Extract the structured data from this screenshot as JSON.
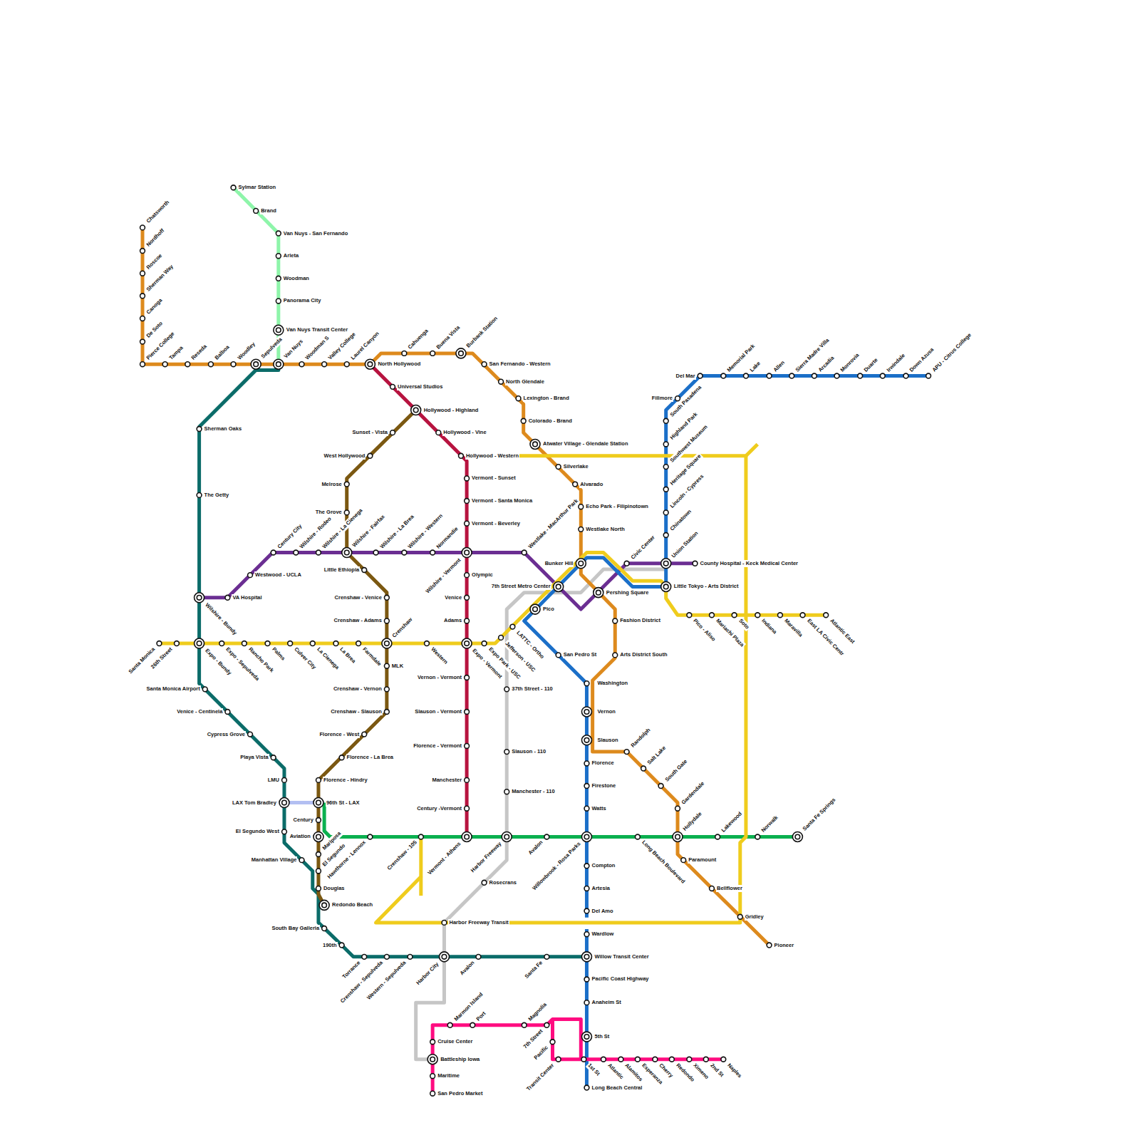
{
  "diagram": {
    "labels": [
      "Chatsworth",
      "Nordhoff",
      "Roscoe",
      "Sherman Way",
      "Canoga",
      "De Soto",
      "Pierce College",
      "Tampa",
      "Reseda",
      "Balboa",
      "Woodley",
      "Sepulveda",
      "Van Nuys",
      "Woodman S",
      "Valley College",
      "Laurel Canyon",
      "North Hollywood",
      "Cahuenga",
      "Buena Vista",
      "Burbank Station",
      "San Fernando - Western",
      "North Glendale",
      "Lexington - Brand",
      "Colorado - Brand",
      "Atwater Village - Glendale Station",
      "Silverlake",
      "Alvarado",
      "Echo Park - Filipinotown",
      "Westlake North",
      "Bunker Hill",
      "Pershing Square",
      "Fashion District",
      "Arts District South",
      "Randolph",
      "Salt Lake",
      "South Gate",
      "Gardendale",
      "Hollydale",
      "Paramount",
      "Bellflower",
      "Gridley",
      "Pioneer",
      "Sylmar Station",
      "Brand",
      "Van Nuys - San Fernando",
      "Arleta",
      "Woodman",
      "Panorama City",
      "Van Nuys Transit Center",
      "Sherman Oaks",
      "The Getty",
      "Wilshire - Bundy",
      "Expo - Bundy",
      "Santa Monica Airport",
      "Venice - Centinela",
      "Cypress Grove",
      "Playa Vista",
      "LMU",
      "LAX Tom Bradley",
      "El Segundo West",
      "Manhattan Village",
      "South Bay Galleria",
      "190th",
      "Torrance",
      "Crenshaw - Sepulveda",
      "Western - Sepulveda",
      "Harbor City",
      "Avalon",
      "Santa Fe",
      "Willow Transit Center",
      "Universal Studios",
      "Hollywood - Highland",
      "Hollywood - Vine",
      "Hollywood - Western",
      "Vermont - Sunset",
      "Vermont - Santa Monica",
      "Vermont - Beverley",
      "Wilshire - Vermont",
      "Olympic",
      "Venice",
      "Adams",
      "Expo - Vermont",
      "Vernon - Vermont",
      "Slauson - Vermont",
      "Florence - Vermont",
      "Manchester",
      "Century -Vermont",
      "Vermont - Athens",
      "Sunset - Vista",
      "West Hollywood",
      "Melrose",
      "The Grove",
      "Wilshire - Fairfax",
      "Little Ethiopia",
      "Crenshaw - Venice",
      "Crenshaw - Adams",
      "Crenshaw",
      "MLK",
      "Crenshaw - Vernon",
      "Crenshaw - Slauson",
      "Florence - West",
      "Florence - La Brea",
      "Florence - Hindry",
      "96th St - LAX",
      "Century",
      "Aviation",
      "Mariposa",
      "El Segundo",
      "Douglas",
      "Redondo Beach",
      "VA Hospital",
      "Westwood - UCLA",
      "Century City",
      "Wilshire - Rodeo",
      "Wilshire - La Cienega",
      "Wilshire - La Brea",
      "Wilshire - Western",
      "Normandie",
      "Westlake - MacArthur Park",
      "Civic Center",
      "County Hospital - Keck Medical Center",
      "Del Mar",
      "Memorial Park",
      "Lake",
      "Allen",
      "Sierra Madre Villa",
      "Arcadia",
      "Monrovia",
      "Duarte",
      "Irwindale",
      "Down Azusa",
      "APU - Citrus College",
      "Fillmore",
      "South Pasadena",
      "Highland Park",
      "Southwest Museum",
      "Heritage Square",
      "Lincoln - Cypress",
      "Chinatown",
      "Union Station",
      "Little Tokyo - Arts District",
      "7th Street Metro Center",
      "Pico",
      "San Pedro St",
      "Washington",
      "Vernon",
      "Slauson",
      "Florence",
      "Firestone",
      "Watts",
      "Willowbrook - Rosa Parks",
      "Compton",
      "Artesia",
      "Del Amo",
      "Wardlow",
      "Pacific Coast Highway",
      "Anaheim St",
      "5th St",
      "1st St",
      "Long Beach Central",
      "Santa Monica",
      "26th Street",
      "Expo - Sepulveda",
      "Rancho Park",
      "Palms",
      "Culver City",
      "La Cienega",
      "La Brea",
      "Farmdale",
      "Western",
      "Expo Park - USC",
      "Jefferson - USC",
      "LATTC - Ortho",
      "Pico - Aliso",
      "Mariachi Plaza",
      "Soto",
      "Indiana",
      "Maravilla",
      "East LA Civic Centr",
      "Atlantic East",
      "Harbor Freeway Transit",
      "Crenshaw - 105",
      "Hawthorne - Lennox",
      "Harbor Freeway",
      "Avalon",
      "Long Beach Boulevard",
      "Lakewood",
      "Norwalk",
      "Santa Fe Springs",
      "37th Street - 110",
      "Slauson - 110",
      "Manchester - 110",
      "Rosecrans",
      "Marmon Island",
      "Port",
      "Magnolia",
      "7th Street",
      "Pacific",
      "Transit Center",
      "Atlantic",
      "Alamitos",
      "Esperanza",
      "Cherry",
      "Redondo",
      "Ximeno",
      "2nd St",
      "Naples",
      "Cruise Center",
      "Battleship Iowa",
      "Maritime",
      "San Pedro Market"
    ]
  }
}
